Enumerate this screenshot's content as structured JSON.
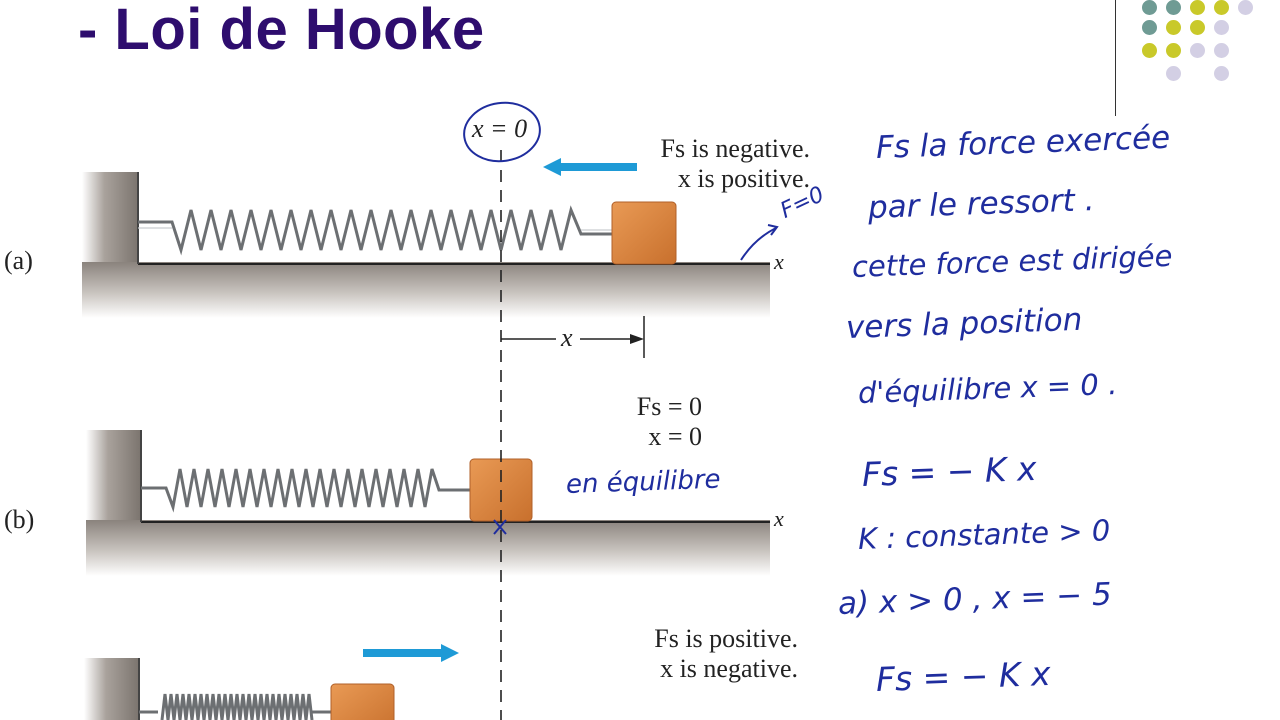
{
  "slide": {
    "title": "- Loi de Hooke"
  },
  "decor": {
    "dot_colors": [
      "#6f9b94",
      "#c9c92a",
      "#d3cfe4"
    ]
  },
  "figure": {
    "origin_label": "x = 0",
    "axis_label": "x",
    "measure_label": "x",
    "panel_a": {
      "tag": "(a)",
      "fs_line": "Fs is negative.",
      "x_line": "x is positive."
    },
    "panel_b": {
      "tag": "(b)",
      "fs_line": "Fs = 0",
      "x_line": "x = 0"
    },
    "panel_c": {
      "fs_line": "Fs is positive.",
      "x_line": "x is negative."
    },
    "colors": {
      "block": "#d8813a",
      "arrow": "#1e9ad6",
      "floor": "#8a837d",
      "wall": "#7b746e"
    }
  },
  "handwriting": {
    "annot_a": "F=0",
    "annot_b": "en équilibre",
    "notes": [
      "Fs la force exercée",
      "par le ressort .",
      "cette force est dirigée",
      "vers la position",
      "d'équilibre x = 0 .",
      "Fs = − K x",
      "K : constante > 0",
      "a)  x > 0  ,  x = − 5",
      "Fs = − K x"
    ]
  }
}
